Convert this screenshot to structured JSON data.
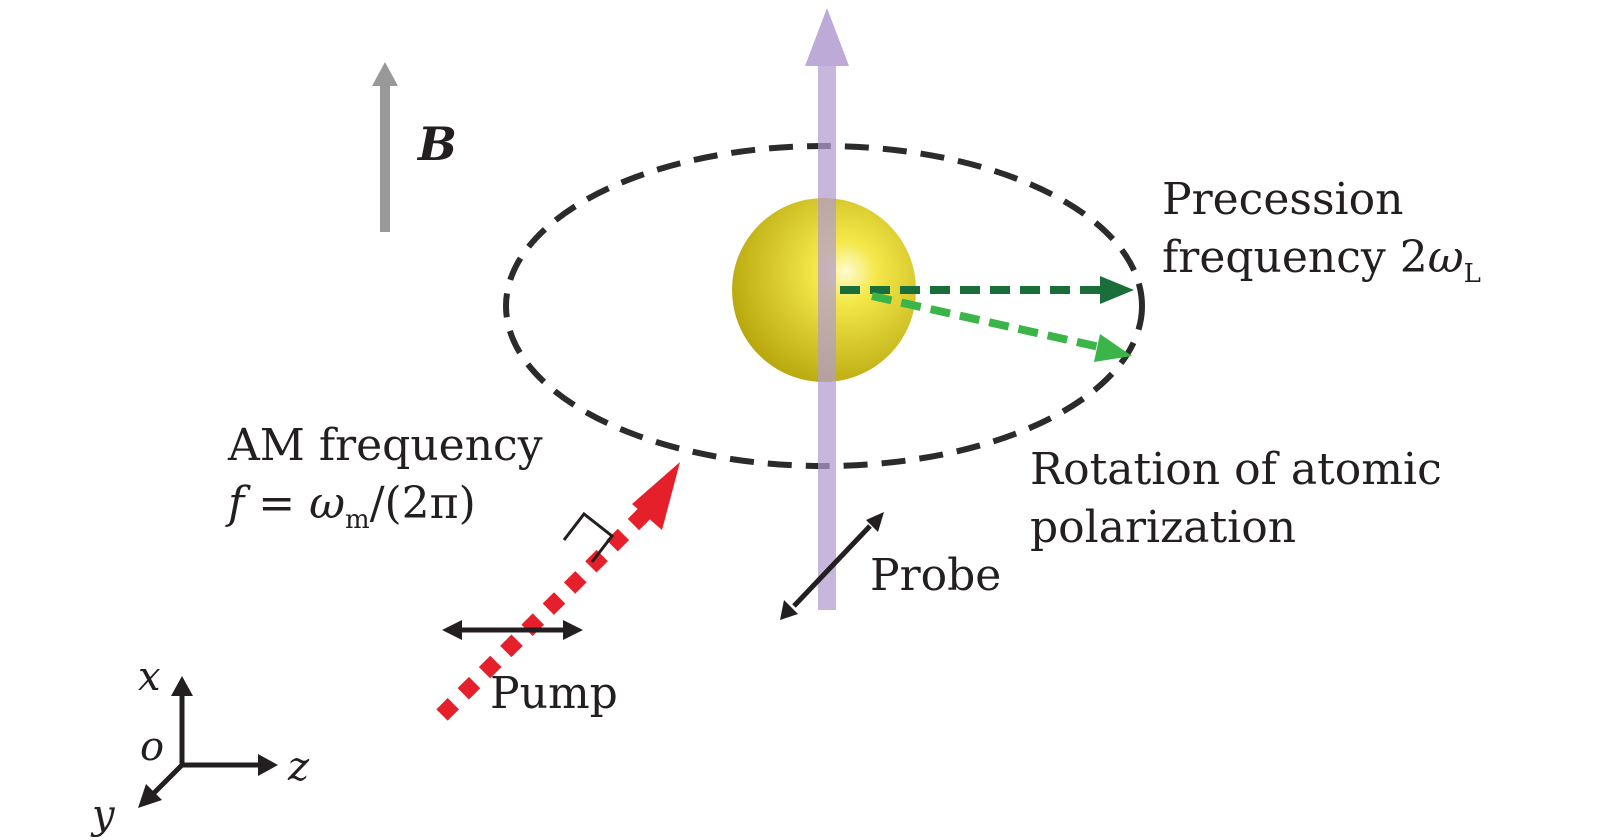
{
  "labels": {
    "field": "B",
    "precession_line1": "Precession",
    "precession_line2_text": "frequency 2",
    "precession_omega": "ω",
    "precession_sub": "L",
    "am_line1": "AM frequency",
    "am_f": "f",
    "am_eq": " = ",
    "am_omega": "ω",
    "am_sub": "m",
    "am_rest": "/(2π)",
    "rotation_line1": "Rotation of atomic",
    "rotation_line2": "polarization",
    "probe": "Probe",
    "pump": "Pump",
    "axis_x": "x",
    "axis_y": "y",
    "axis_z": "z",
    "axis_o": "o"
  },
  "colors": {
    "field_arrow": "#999999",
    "probe_beam": "#b39cd0",
    "pump_beam": "#e5202a",
    "atom": "#e6d61e",
    "ellipse": "#2b2b2b",
    "spin_dark": "#1a6e3a",
    "spin_light": "#3bb54a",
    "ink": "#231f20"
  }
}
